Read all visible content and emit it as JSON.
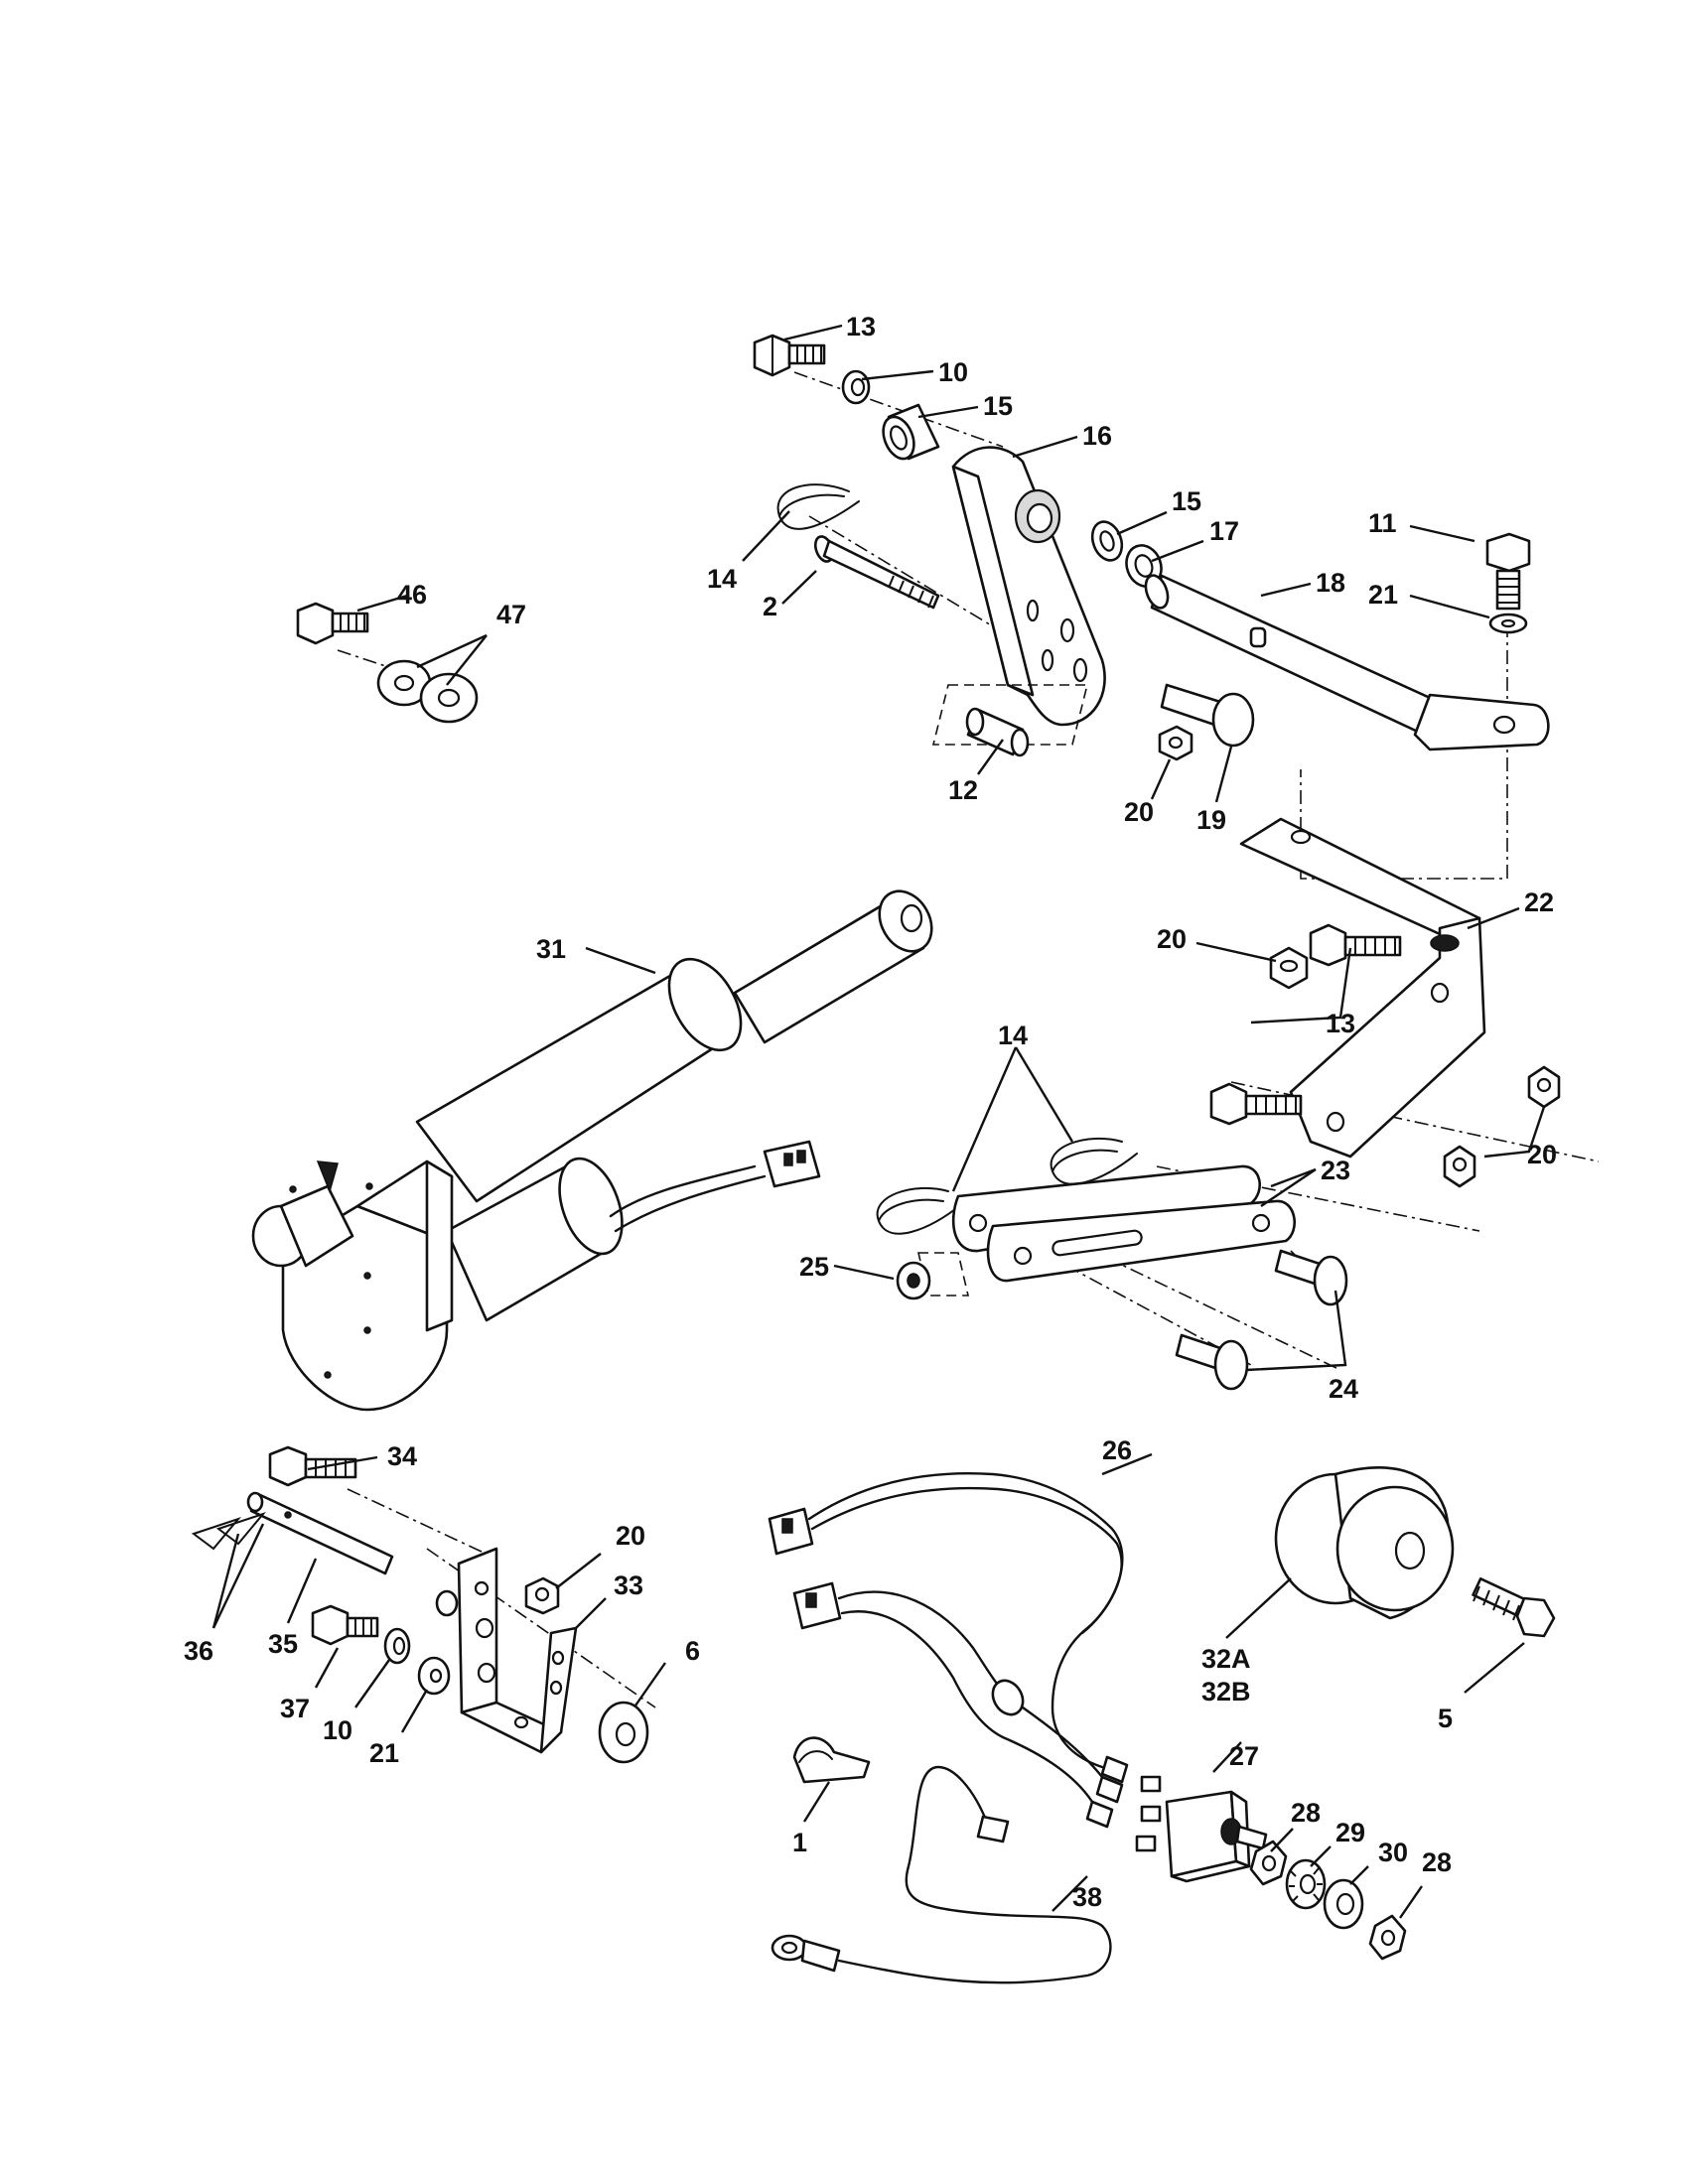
{
  "callouts": {
    "c13a": "13",
    "c10a": "10",
    "c15a": "15",
    "c16": "16",
    "c15b": "15",
    "c17": "17",
    "c11": "11",
    "c18": "18",
    "c21a": "21",
    "c14a": "14",
    "c2": "2",
    "c46": "46",
    "c47": "47",
    "c12": "12",
    "c20a": "20",
    "c19": "19",
    "c22": "22",
    "c20b": "20",
    "c31": "31",
    "c13b": "13",
    "c20c": "20",
    "c14b": "14",
    "c23": "23",
    "c25": "25",
    "c24": "24",
    "c34": "34",
    "c26": "26",
    "c20d": "20",
    "c33": "33",
    "c36": "36",
    "c35": "35",
    "c6": "6",
    "c37": "37",
    "c10b": "10",
    "c21b": "21",
    "c32a": "32A",
    "c32b": "32B",
    "c5": "5",
    "c27": "27",
    "c1": "1",
    "c28a": "28",
    "c29": "29",
    "c30": "30",
    "c28b": "28",
    "c38": "38"
  }
}
